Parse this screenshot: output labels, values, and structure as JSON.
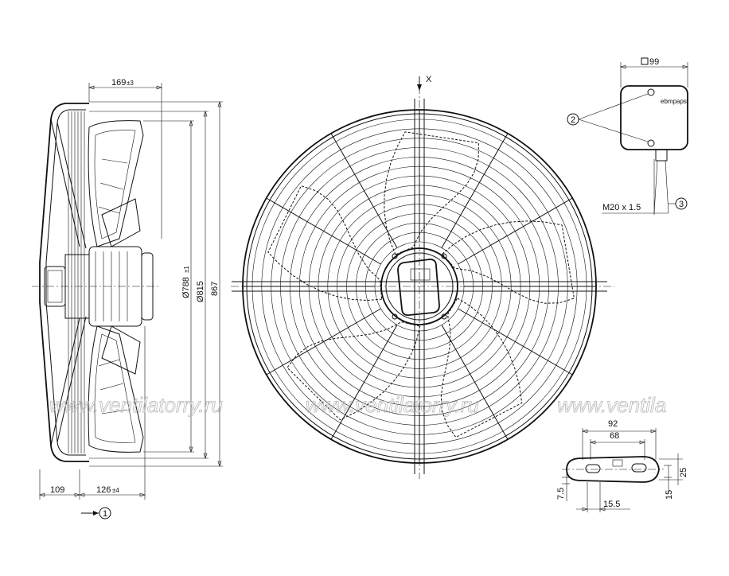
{
  "dimensions": {
    "d169": "169",
    "tol169": "±3",
    "d788": "Ø788",
    "tol788": "±1",
    "d815": "Ø815",
    "d867": "867",
    "d109": "109",
    "d126": "126",
    "tol126": "±4",
    "d99": "99",
    "m20": "M20 x 1.5",
    "d92": "92",
    "d68": "68",
    "d25": "25",
    "d15": "15",
    "d75": "7.5",
    "d155": "15.5"
  },
  "callouts": {
    "c1": "1",
    "c2": "2",
    "c3": "3"
  },
  "axis_label": "X",
  "terminal_box_brand": "ebmpapst",
  "watermark": {
    "w1": "www.ventilatorry.ru",
    "w2": "www.ventilatorry.ru",
    "w3": "www.ventila"
  },
  "fan": {
    "guard_rings": 14,
    "guard_spokes": 12,
    "blades": 5
  }
}
